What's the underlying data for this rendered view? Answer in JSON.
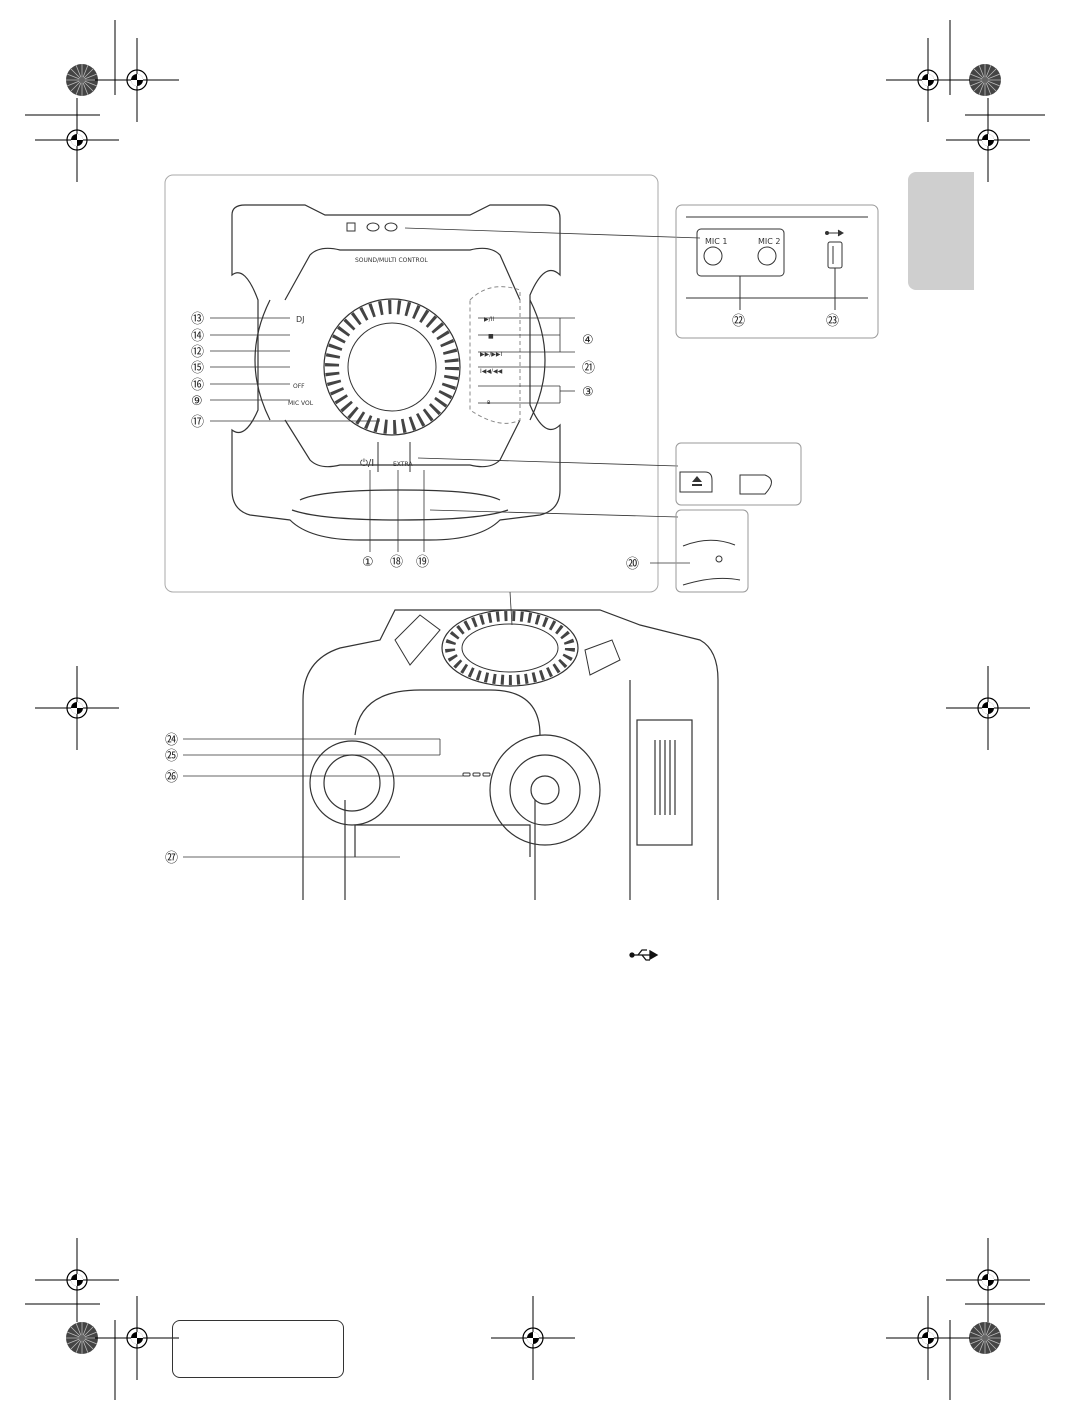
{
  "callouts": {
    "c1": "①",
    "c3": "③",
    "c4": "④",
    "c9": "⑨",
    "c12": "⑫",
    "c13": "⑬",
    "c14": "⑭",
    "c15": "⑮",
    "c16": "⑯",
    "c17": "⑰",
    "c18": "⑱",
    "c19": "⑲",
    "c20": "⑳",
    "c21": "㉑",
    "c22": "㉒",
    "c23": "㉓",
    "c24": "㉔",
    "c25": "㉕",
    "c26": "㉖",
    "c27": "㉗"
  },
  "top_panel": {
    "ring_label": "SOUND/MULTI CONTROL",
    "dj_label": "DJ",
    "off_label": "OFF",
    "mic_vol_label": "MIC VOL",
    "play_pause": "▶/II",
    "stop": "■",
    "next": "▶▶/▶▶I",
    "prev": "I◀◀/◀◀",
    "bluetooth": "ʙ",
    "power": "⏻/I",
    "extra": "EXTRA"
  },
  "inset_mic_usb": {
    "mic1": "MIC 1",
    "mic2": "MIC 2",
    "usb_icon": "usb-icon"
  },
  "inset_tray": {
    "eject_icon": "eject-icon"
  },
  "footer": {
    "usb_symbol": "usb-icon"
  }
}
